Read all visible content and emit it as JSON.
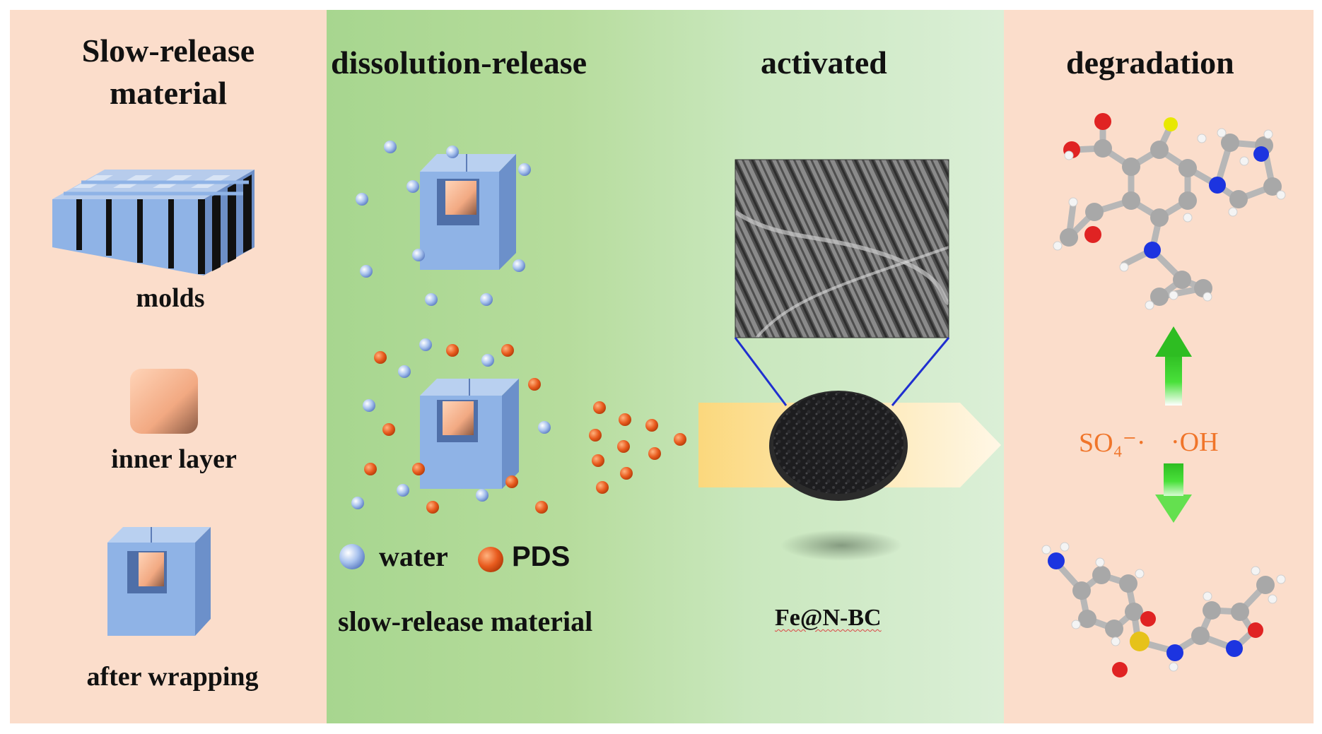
{
  "left_panel": {
    "title": "Slow-release\nmaterial",
    "label_molds": "molds",
    "label_inner": "inner layer",
    "label_after": "after wrapping"
  },
  "middle_panel": {
    "title_dissolution": "dissolution-release",
    "title_activated": "activated",
    "legend_water": "water",
    "legend_pds": "PDS",
    "label_slow": "slow-release material",
    "label_catalyst": "Fe@N-BC"
  },
  "right_panel": {
    "title": "degradation",
    "radical_so4": "SO₄⁻·",
    "radical_oh": "·OH"
  },
  "colors": {
    "panel_salmon": "#fbddcb",
    "panel_green": "#a7d68f",
    "water": "#a9c3ee",
    "pds": "#e85b1e",
    "cube": "#8fb3e6",
    "inner": "#f2a982",
    "radical_text": "#f0752a",
    "arrow": "#3ad62a"
  }
}
